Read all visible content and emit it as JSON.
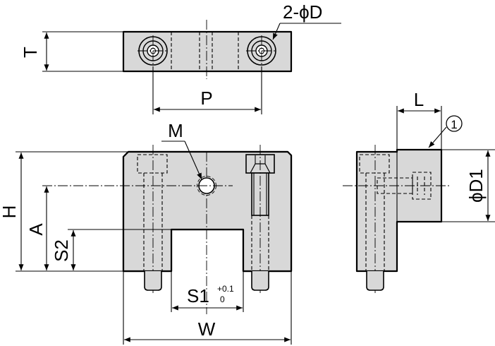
{
  "drawing": {
    "top_view": {
      "label_thickness": "T",
      "label_pitch": "P",
      "label_holes": "2-ϕD"
    },
    "front_view": {
      "label_height": "H",
      "label_center_height": "A",
      "label_slot_depth": "S2",
      "label_thread": "M",
      "label_slot_width": "S1",
      "slot_tol_upper": "+0.1",
      "slot_tol_lower": "0",
      "label_width": "W"
    },
    "side_view": {
      "label_length": "L",
      "label_callout": "1",
      "label_diameter": "ϕD1"
    }
  }
}
